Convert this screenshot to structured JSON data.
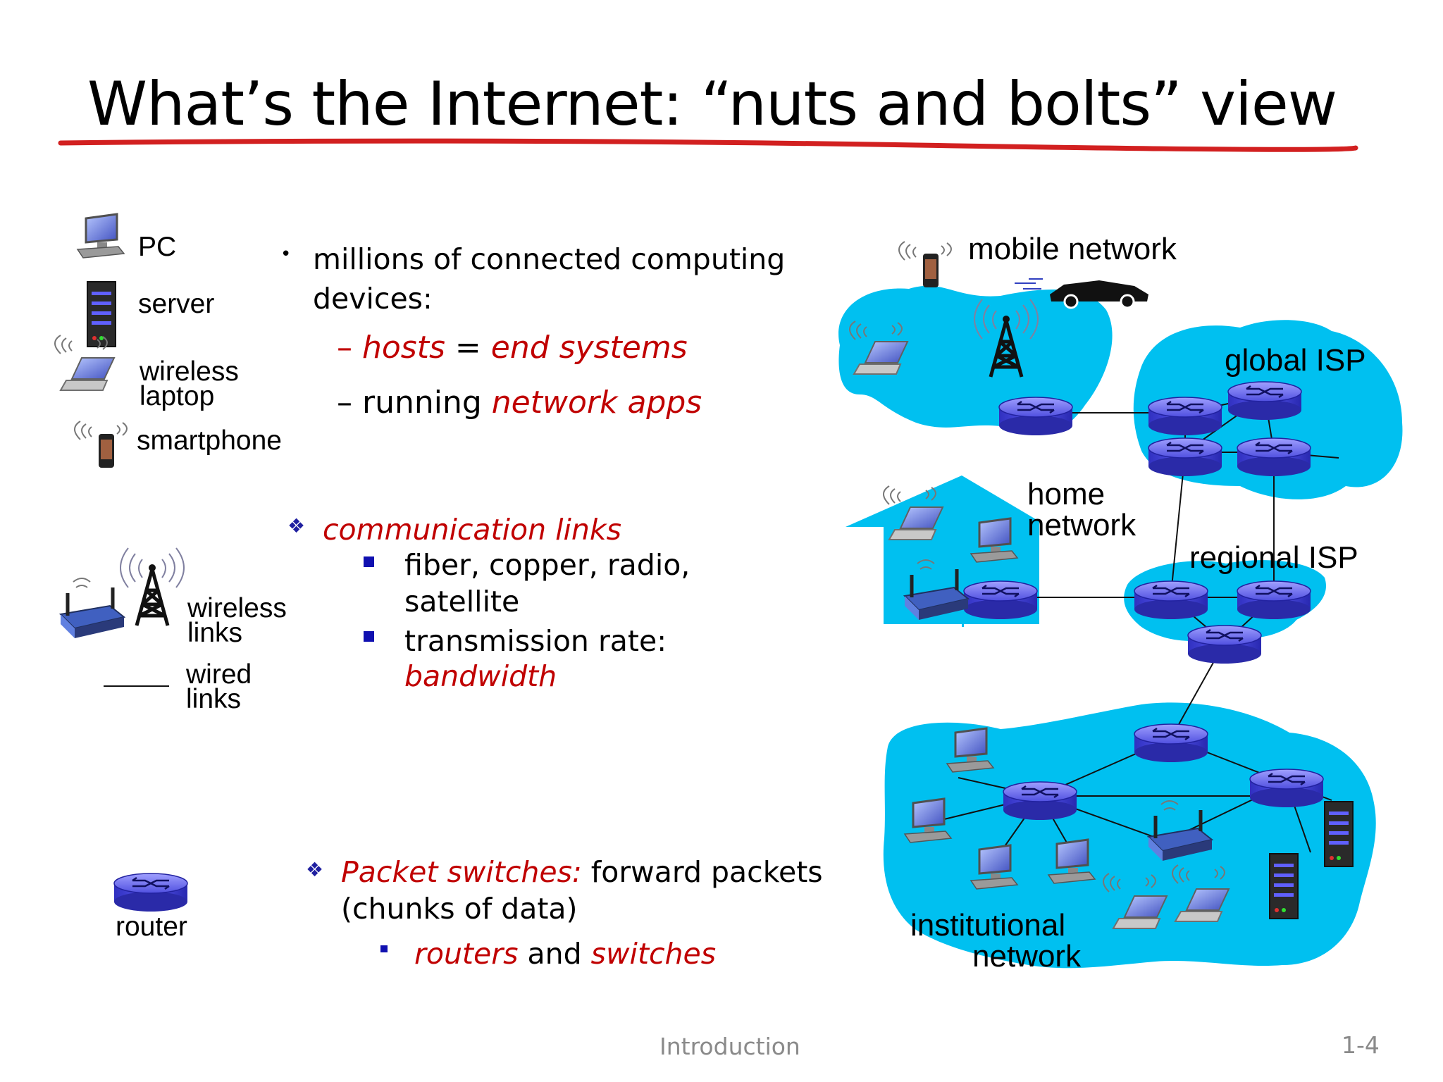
{
  "slide": {
    "title": "What’s the Internet: “nuts and bolts” view",
    "footer_center": "Introduction",
    "footer_page": "1-4"
  },
  "legend": {
    "pc": "PC",
    "server": "server",
    "wireless_laptop_1": "wireless",
    "wireless_laptop_2": "laptop",
    "smartphone": "smartphone",
    "wireless_links_1": "wireless",
    "wireless_links_2": "links",
    "wired_links_1": "wired",
    "wired_links_2": "links",
    "router": "router"
  },
  "bullets": {
    "b1_line1": "millions of connected computing",
    "b1_line2": "devices:",
    "hosts": "hosts",
    "equals": " = ",
    "end_systems": "end systems",
    "running": "running ",
    "network_apps": "network apps",
    "comm_links": "communication links",
    "fiber_1": "fiber, copper, radio,",
    "fiber_2": "satellite",
    "trans_1": "transmission rate:",
    "bandwidth": "bandwidth",
    "packet_switches": "Packet switches:",
    "forward": " forward packets",
    "chunks": "(chunks of data)",
    "routers": "routers",
    "and": " and ",
    "switches": "switches"
  },
  "network": {
    "mobile": "mobile network",
    "global_isp": "global ISP",
    "home_1": "home",
    "home_2": "network",
    "regional_isp": "regional ISP",
    "institutional_1": "institutional",
    "institutional_2": "network"
  },
  "colors": {
    "accent_red": "#c00000",
    "cloud_blue": "#00c0f0",
    "router_blue": "#5050e0",
    "underline": "#d22020"
  }
}
